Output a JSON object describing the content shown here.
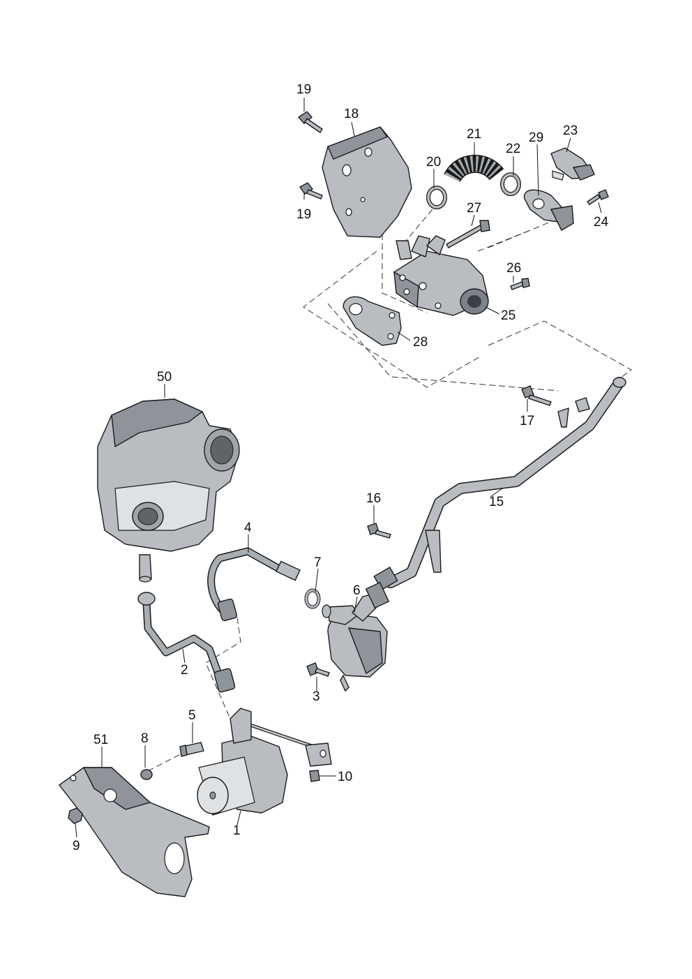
{
  "diagram": {
    "labels": {
      "p1": "1",
      "p2": "2",
      "p3": "3",
      "p4": "4",
      "p5": "5",
      "p6": "6",
      "p7": "7",
      "p8": "8",
      "p9": "9",
      "p10": "10",
      "p15": "15",
      "p16": "16",
      "p17": "17",
      "p18": "18",
      "p19a": "19",
      "p19b": "19",
      "p20": "20",
      "p21": "21",
      "p22": "22",
      "p23": "23",
      "p24": "24",
      "p25": "25",
      "p26": "26",
      "p27": "27",
      "p28": "28",
      "p29": "29",
      "p50": "50",
      "p51": "51"
    },
    "colors": {
      "part_fill": "#b9bdc2",
      "part_dark": "#8e949a",
      "line": "#1a1a1a"
    }
  }
}
